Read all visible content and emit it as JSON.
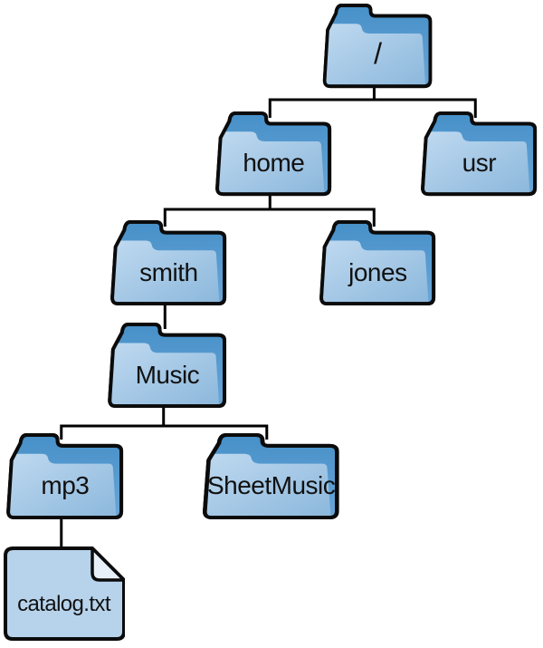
{
  "diagram": {
    "kind": "filesystem-tree",
    "background": "#ffffff",
    "outline_color": "#0b0b0b",
    "connector_color": "#000000",
    "text_color": "#111111",
    "folder_colors": {
      "back_top": "#4690c8",
      "back_bottom": "#6aa6d8",
      "front_light": "#bfd9f0",
      "front_dark": "#8cb8dc"
    },
    "file_colors": {
      "body": "#b7d3ec",
      "fold": "#e7f0f9"
    }
  },
  "tree": {
    "nodes": [
      {
        "id": "root",
        "label": "/",
        "type": "folder"
      },
      {
        "id": "home",
        "label": "home",
        "type": "folder"
      },
      {
        "id": "usr",
        "label": "usr",
        "type": "folder"
      },
      {
        "id": "smith",
        "label": "smith",
        "type": "folder"
      },
      {
        "id": "jones",
        "label": "jones",
        "type": "folder"
      },
      {
        "id": "music",
        "label": "Music",
        "type": "folder"
      },
      {
        "id": "mp3",
        "label": "mp3",
        "type": "folder"
      },
      {
        "id": "sheetmusic",
        "label": "SheetMusic",
        "type": "folder"
      },
      {
        "id": "catalog",
        "label": "catalog.txt",
        "type": "file"
      }
    ],
    "edges": [
      {
        "from": "root",
        "to": "home"
      },
      {
        "from": "root",
        "to": "usr"
      },
      {
        "from": "home",
        "to": "smith"
      },
      {
        "from": "home",
        "to": "jones"
      },
      {
        "from": "smith",
        "to": "music"
      },
      {
        "from": "music",
        "to": "mp3"
      },
      {
        "from": "music",
        "to": "sheetmusic"
      },
      {
        "from": "mp3",
        "to": "catalog"
      }
    ]
  }
}
